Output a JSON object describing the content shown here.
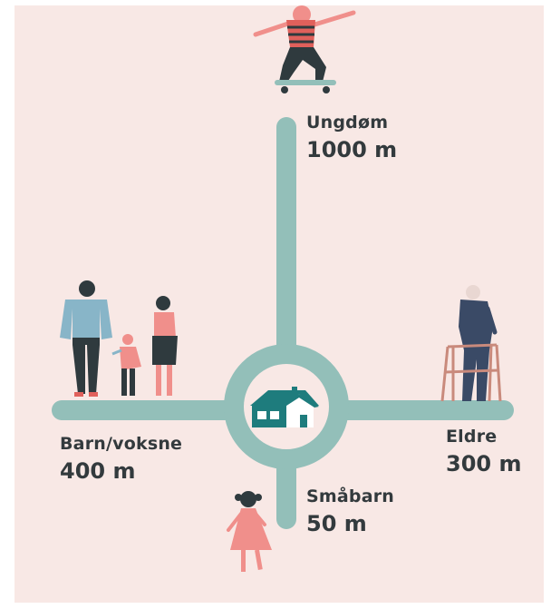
{
  "colors": {
    "background": "#f8e8e5",
    "road": "#93bfb9",
    "house": "#1e7c7d",
    "accent": "#f08f8b",
    "text": "#333a3d"
  },
  "routes": [
    {
      "id": "ungdom",
      "name": "Ungdøm",
      "distance": "1000 m",
      "figure": "skateboarder-icon"
    },
    {
      "id": "barn-voksne",
      "name": "Barn/voksne",
      "distance": "400 m",
      "figure": "family-icon"
    },
    {
      "id": "eldre",
      "name": "Eldre",
      "distance": "300 m",
      "figure": "elderly-walker-icon"
    },
    {
      "id": "smabarn",
      "name": "Småbarn",
      "distance": "50 m",
      "figure": "child-icon"
    }
  ],
  "center": {
    "icon": "house-icon"
  }
}
